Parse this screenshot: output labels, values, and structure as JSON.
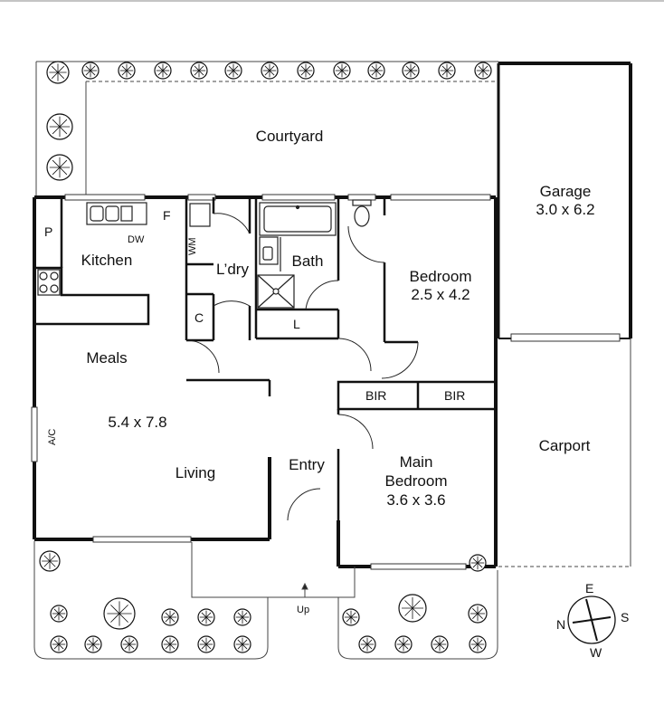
{
  "rooms": {
    "courtyard": "Courtyard",
    "garage": {
      "name": "Garage",
      "size": "3.0 x 6.2"
    },
    "kitchen": "Kitchen",
    "laundry": "L’dry",
    "bath": "Bath",
    "bedroom": {
      "name": "Bedroom",
      "size": "2.5 x 4.2"
    },
    "meals": "Meals",
    "living_size": "5.4 x 7.8",
    "living": "Living",
    "entry": "Entry",
    "main_bedroom": {
      "name_line1": "Main",
      "name_line2": "Bedroom",
      "size": "3.6 x 3.6"
    },
    "carport": "Carport"
  },
  "fixtures": {
    "pantry": "P",
    "fridge": "F",
    "dishwasher": "DW",
    "washing_machine": "WM",
    "cupboard": "C",
    "linen": "L",
    "bir_1": "BIR",
    "bir_2": "BIR",
    "air_con": "A/C",
    "up": "Up"
  },
  "compass": {
    "north": "N",
    "east": "E",
    "south": "S",
    "west": "W"
  }
}
